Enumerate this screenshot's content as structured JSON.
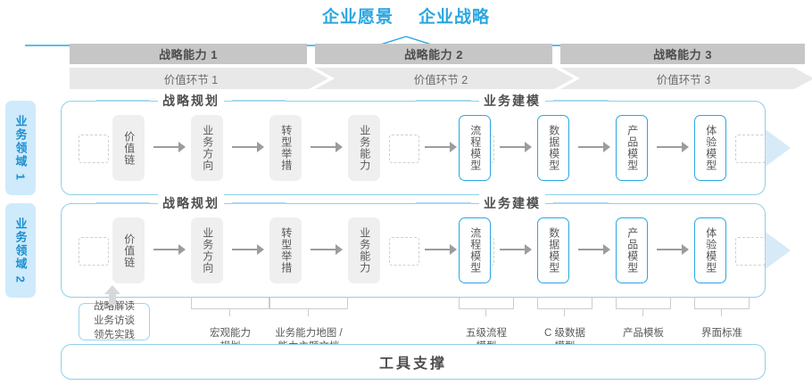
{
  "header": {
    "titles": [
      "企业愿景",
      "企业战略"
    ],
    "accent_color": "#2ba6e0"
  },
  "capabilities": [
    {
      "label": "战略能力 1"
    },
    {
      "label": "战略能力 2"
    },
    {
      "label": "战略能力 3"
    }
  ],
  "value_links": [
    {
      "label": "价值环节 1"
    },
    {
      "label": "价值环节 2"
    },
    {
      "label": "价值环节 3"
    }
  ],
  "domains": [
    {
      "tag": "业务领域 1",
      "sections": [
        {
          "title": "战略规划",
          "nodes": [
            "价值链",
            "业务方向",
            "转型举措",
            "业务能力"
          ]
        },
        {
          "title": "业务建模",
          "nodes": [
            "流程模型",
            "数据模型",
            "产品模型",
            "体验模型"
          ]
        }
      ]
    },
    {
      "tag": "业务领域 2",
      "sections": [
        {
          "title": "战略规划",
          "nodes": [
            "价值链",
            "业务方向",
            "转型举措",
            "业务能力"
          ]
        },
        {
          "title": "业务建模",
          "nodes": [
            "流程模型",
            "数据模型",
            "产品模型",
            "体验模型"
          ]
        }
      ]
    }
  ],
  "annotations": {
    "source_box": "战略解读\n业务访谈\n领先实践",
    "items": [
      {
        "label": "宏观能力\n规划"
      },
      {
        "label": "业务能力地图 /\n能力主题文档"
      },
      {
        "label": "五级流程\n模型"
      },
      {
        "label": "C 级数据\n模型"
      },
      {
        "label": "产品模板"
      },
      {
        "label": "界面标准"
      }
    ]
  },
  "footer": {
    "label": "工具支撑"
  }
}
